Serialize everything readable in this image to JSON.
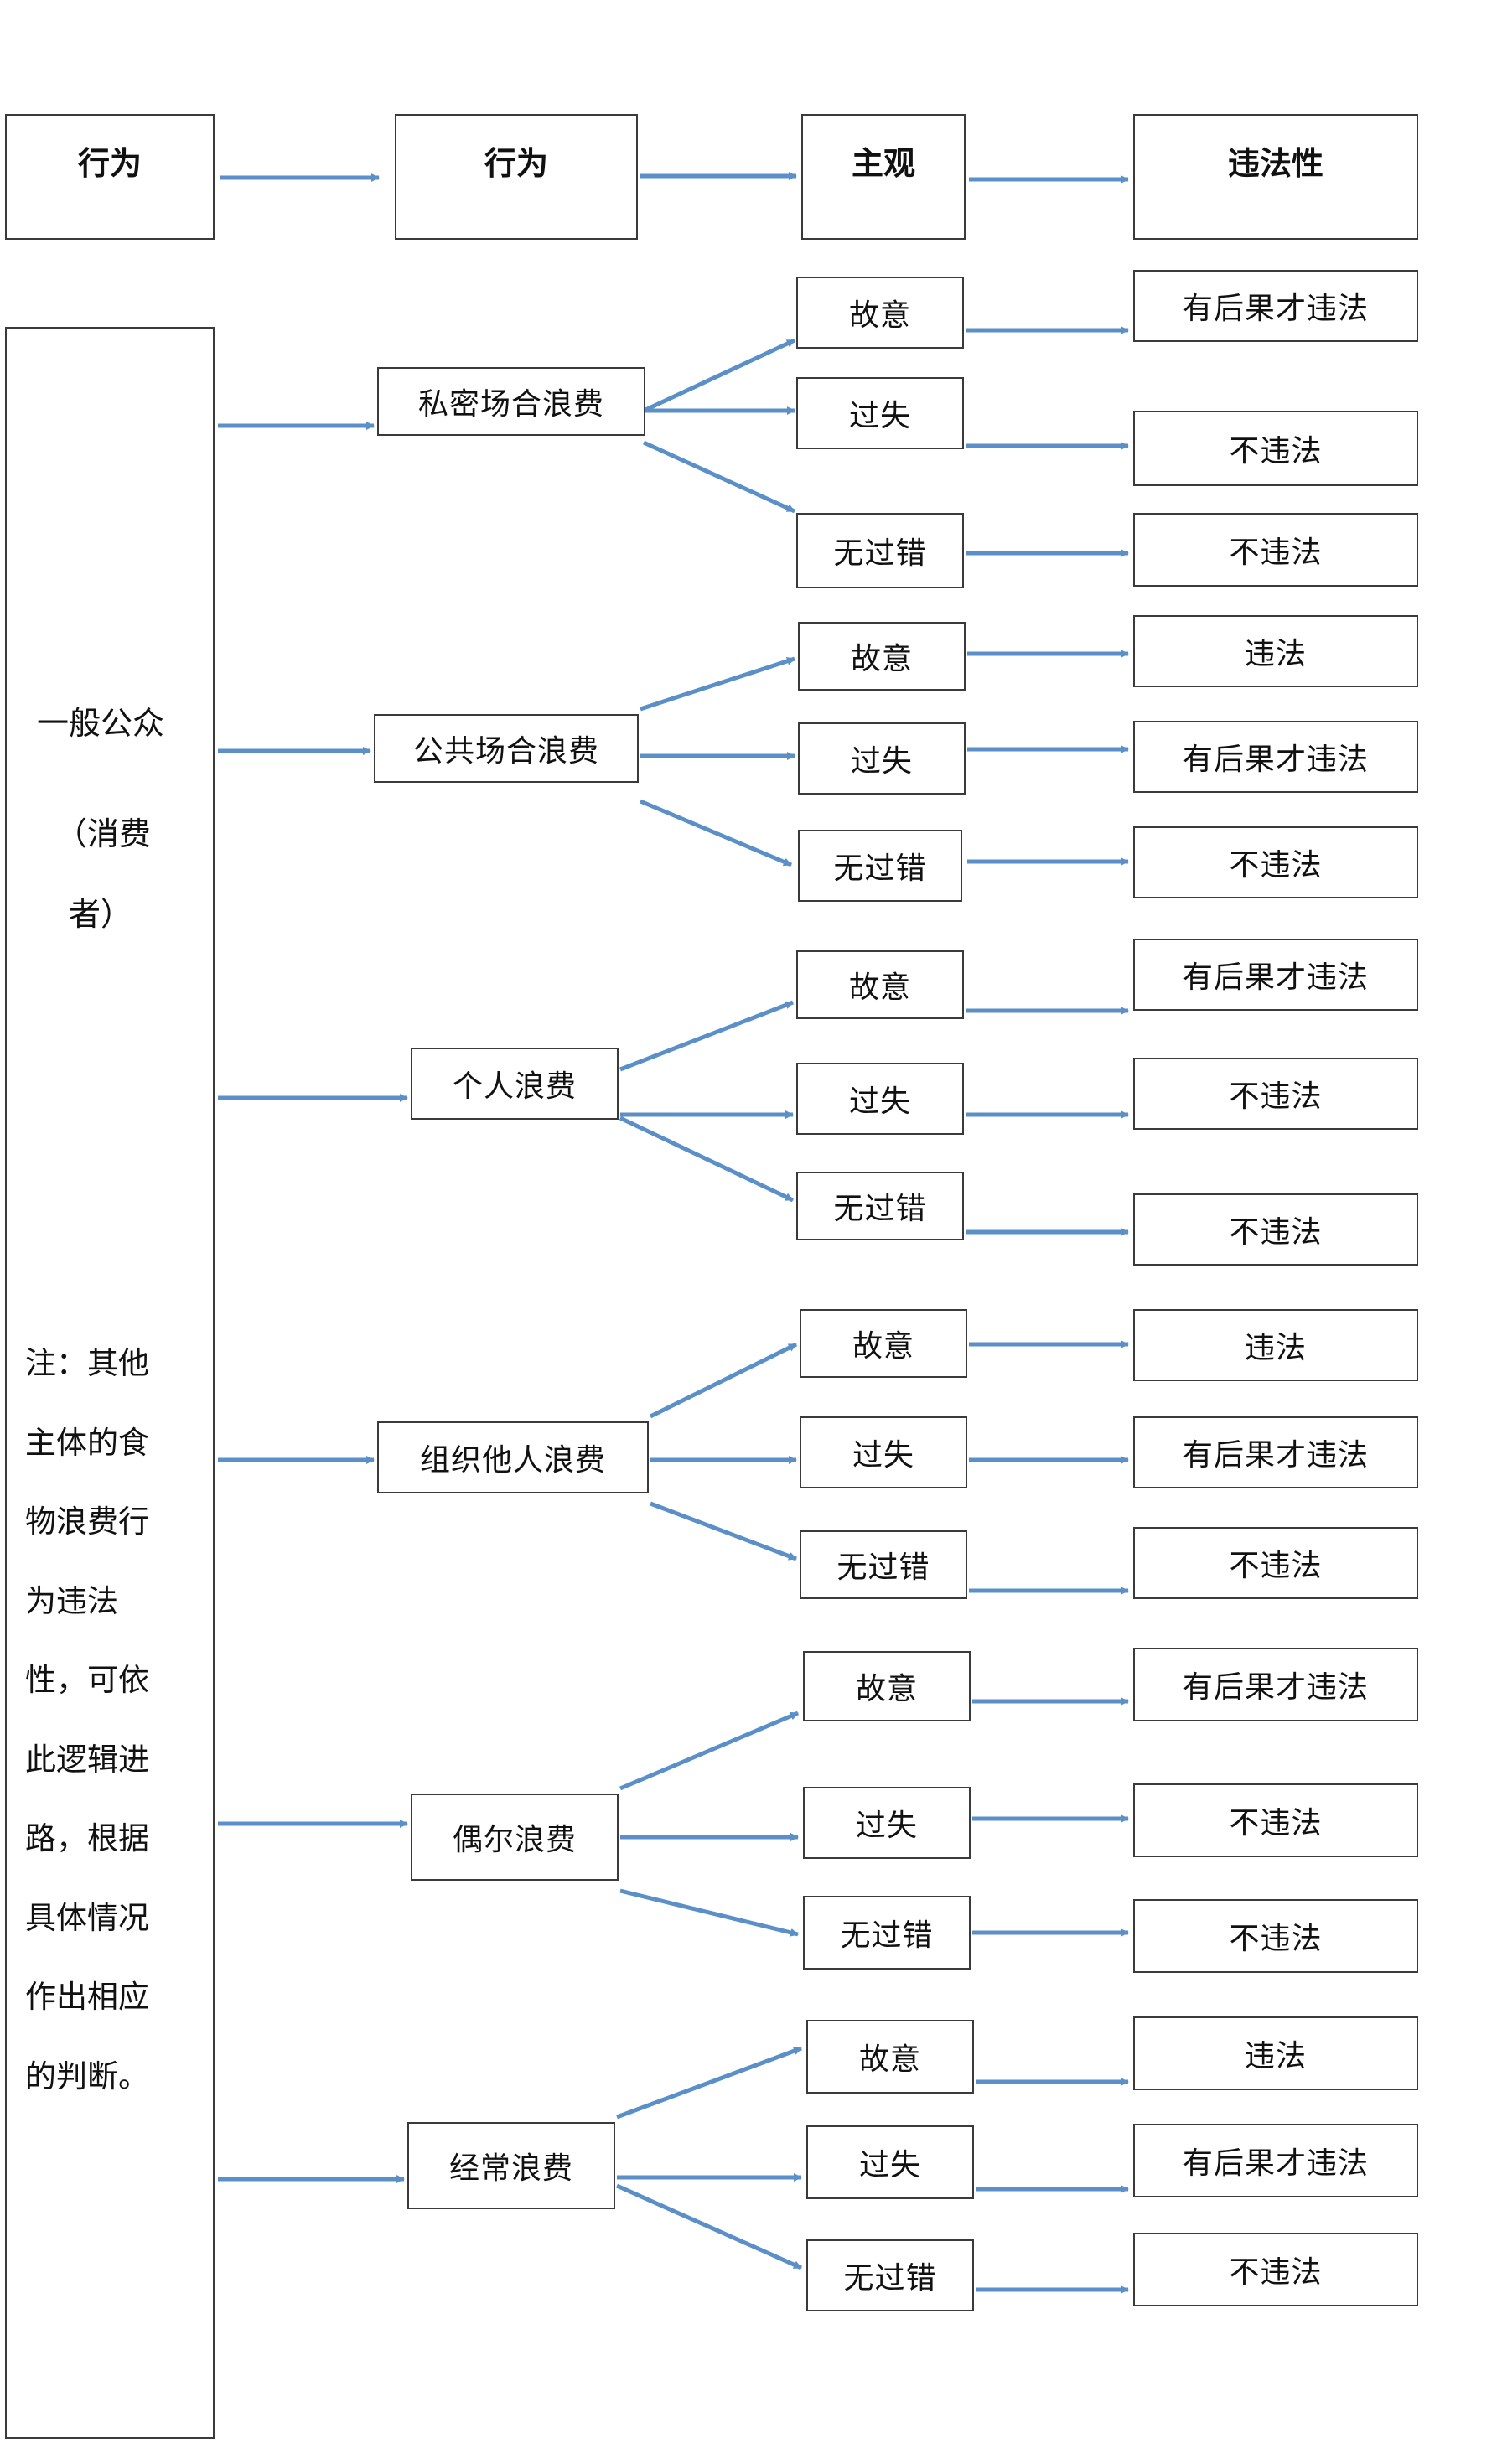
{
  "headers": [
    "行为",
    "行为",
    "主观",
    "违法性"
  ],
  "subject": {
    "label": "一般公众",
    "sub": "（消费",
    "sub2": "者）"
  },
  "note_lines": [
    "注：其他",
    "主体的食",
    "物浪费行",
    "为违法",
    "性，可依",
    "此逻辑进",
    "路，根据",
    "具体情况",
    "作出相应",
    "的判断。"
  ],
  "groups": [
    {
      "behavior": "私密场合浪费",
      "rows": [
        {
          "mind": "故意",
          "result": "有后果才违法"
        },
        {
          "mind": "过失",
          "result": "不违法"
        },
        {
          "mind": "无过错",
          "result": "不违法"
        }
      ]
    },
    {
      "behavior": "公共场合浪费",
      "rows": [
        {
          "mind": "故意",
          "result": "违法"
        },
        {
          "mind": "过失",
          "result": "有后果才违法"
        },
        {
          "mind": "无过错",
          "result": "不违法"
        }
      ]
    },
    {
      "behavior": "个人浪费",
      "rows": [
        {
          "mind": "故意",
          "result": "有后果才违法"
        },
        {
          "mind": "过失",
          "result": "不违法"
        },
        {
          "mind": "无过错",
          "result": "不违法"
        }
      ]
    },
    {
      "behavior": "组织他人浪费",
      "rows": [
        {
          "mind": "故意",
          "result": "违法"
        },
        {
          "mind": "过失",
          "result": "有后果才违法"
        },
        {
          "mind": "无过错",
          "result": "不违法"
        }
      ]
    },
    {
      "behavior": "偶尔浪费",
      "rows": [
        {
          "mind": "故意",
          "result": "有后果才违法"
        },
        {
          "mind": "过失",
          "result": "不违法"
        },
        {
          "mind": "无过错",
          "result": "不违法"
        }
      ]
    },
    {
      "behavior": "经常浪费",
      "rows": [
        {
          "mind": "故意",
          "result": "违法"
        },
        {
          "mind": "过失",
          "result": "有后果才违法"
        },
        {
          "mind": "无过错",
          "result": "不违法"
        }
      ]
    }
  ],
  "colors": {
    "arrow": "#5b8fc7",
    "border": "#3a3a3a"
  }
}
